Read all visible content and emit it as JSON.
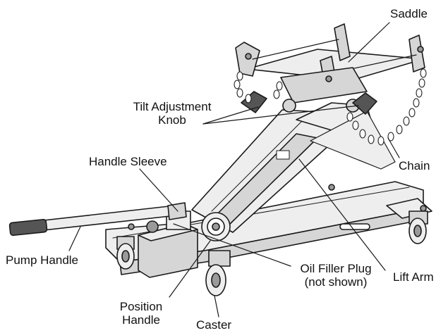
{
  "labels": {
    "saddle": "Saddle",
    "tilt_line1": "Tilt Adjustment",
    "tilt_line2": "Knob",
    "chain": "Chain",
    "handle_sleeve": "Handle Sleeve",
    "pump_handle": "Pump Handle",
    "oil_line1": "Oil Filler Plug",
    "oil_line2": "(not shown)",
    "lift_arm": "Lift Arm",
    "position_line1": "Position",
    "position_line2": "Handle",
    "caster": "Caster"
  },
  "colors": {
    "line": "#1a1a1a",
    "fill_light": "#eeeeee",
    "fill_mid": "#d6d6d6",
    "fill_dark": "#9a9a9a",
    "text": "#111111"
  }
}
